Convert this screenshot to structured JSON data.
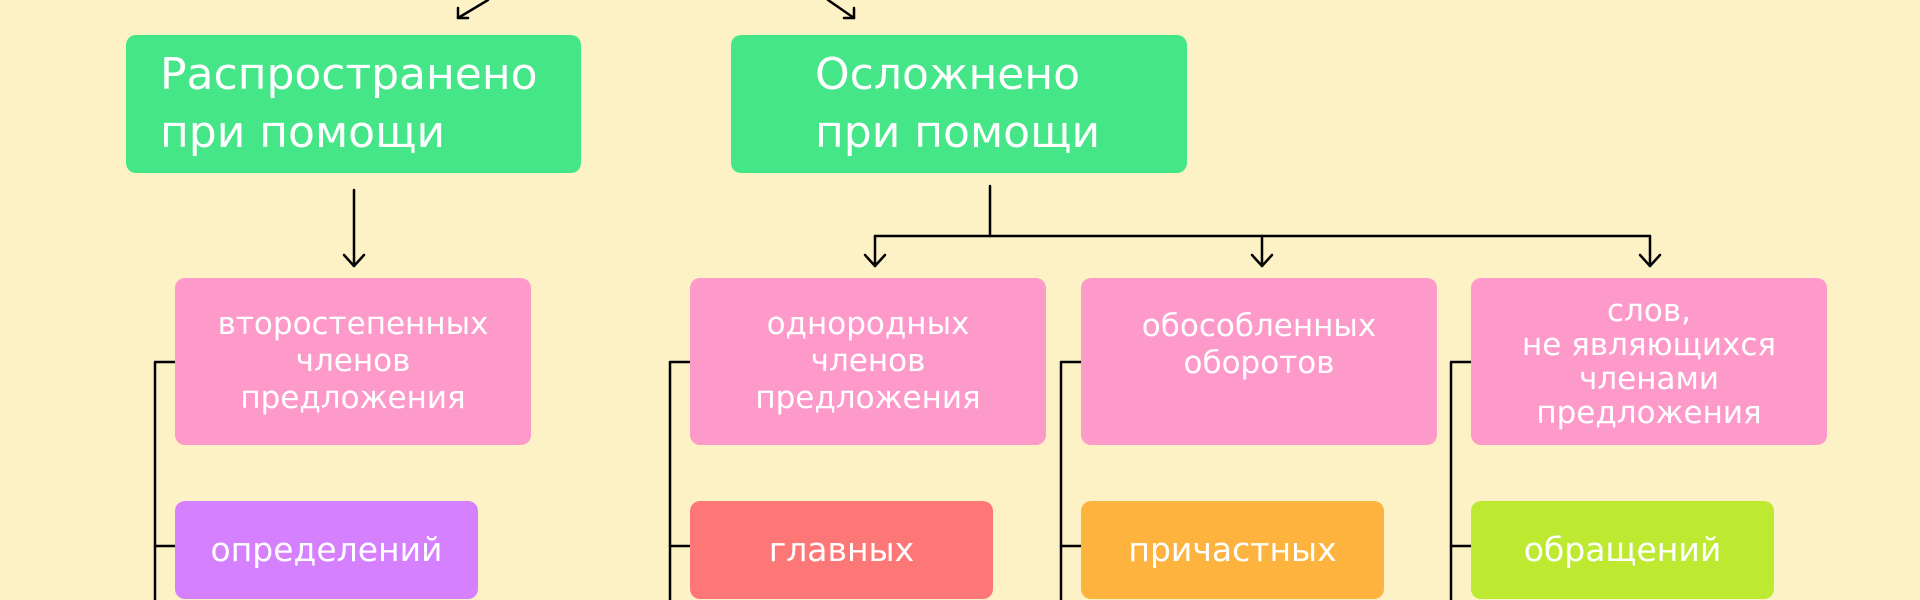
{
  "diagram": {
    "top_boxes": {
      "widespread": {
        "line1": "Распространено",
        "line2": "при помощи"
      },
      "complicated": {
        "line1": "Осложнено",
        "line2": "при помощи"
      }
    },
    "categories": {
      "secondary": {
        "lines": [
          "второстепенных",
          "членов",
          "предложения"
        ]
      },
      "homogeneous": {
        "lines": [
          "однородных",
          "членов",
          "предложения"
        ]
      },
      "isolated": {
        "lines": [
          "обособленных",
          "оборотов"
        ]
      },
      "non_members": {
        "lines": [
          "слов,",
          "не являющихся",
          "членами",
          "предложения"
        ]
      }
    },
    "leaves": {
      "definitions": {
        "label": "определений",
        "color": "#d580ff"
      },
      "main": {
        "label": "главных",
        "color": "#fd7777"
      },
      "participial": {
        "label": "причастных",
        "color": "#feb33e"
      },
      "addresses": {
        "label": "обращений",
        "color": "#bde931"
      }
    },
    "colors": {
      "background": "#fdf1c6",
      "green_box": "#45e688",
      "pink_box": "#fe9aca",
      "connector": "#000000"
    }
  }
}
